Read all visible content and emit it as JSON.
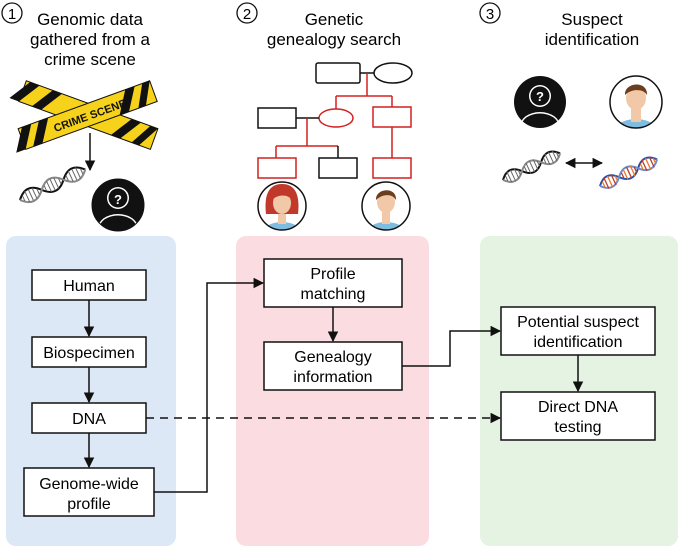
{
  "colors": {
    "panel1": "#dce8f6",
    "panel2": "#fbdde1",
    "panel3": "#e5f3e3",
    "tree_red": "#d32020",
    "tape_yellow": "#f7d21a",
    "skin": "#f2c9a8",
    "shirt": "#7fbde0"
  },
  "step1": {
    "number": "1",
    "title": [
      "Genomic data",
      "gathered from a",
      "crime scene"
    ],
    "tape_text": "CRIME SCENE"
  },
  "step2": {
    "number": "2",
    "title": [
      "Genetic",
      "genealogy search"
    ]
  },
  "step3": {
    "number": "3",
    "title": [
      "Suspect",
      "identification"
    ]
  },
  "unknown_mark": "?",
  "panel1_boxes": {
    "human": "Human",
    "biospecimen": "Biospecimen",
    "dna": "DNA",
    "genome_wide": [
      "Genome-wide",
      "profile"
    ]
  },
  "panel2_boxes": {
    "profile_matching": [
      "Profile",
      "matching"
    ],
    "genealogy": [
      "Genealogy",
      "information"
    ]
  },
  "panel3_boxes": {
    "potential_suspect": [
      "Potential suspect",
      "identification"
    ],
    "direct_dna": [
      "Direct DNA",
      "testing"
    ]
  }
}
